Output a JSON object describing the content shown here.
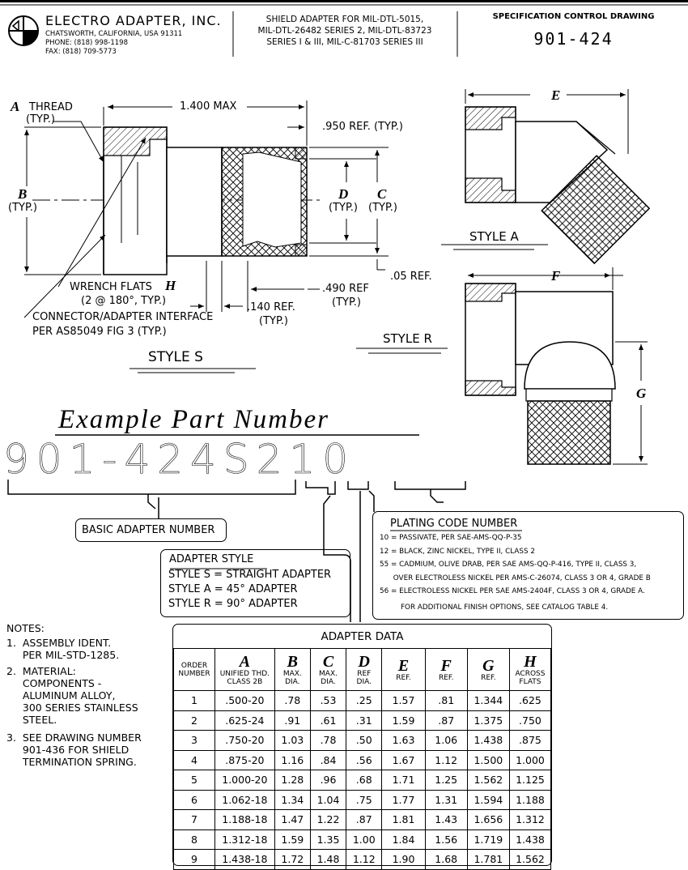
{
  "title_block": {
    "company": "ELECTRO ADAPTER, INC.",
    "address": "CHATSWORTH, CALIFORNIA, USA 91311",
    "phone": "PHONE: (818) 998-1198",
    "fax": "FAX: (818) 709-5773",
    "description_lines": [
      "SHIELD ADAPTER FOR MIL-DTL-5015,",
      "MIL-DTL-26482 SERIES 2, MIL-DTL-83723",
      "SERIES  I & III, MIL-C-81703 SERIES III"
    ],
    "doc_type": "SPECIFICATION CONTROL DRAWING",
    "drawing_number": "901-424"
  },
  "style_s": {
    "letter_a": "A",
    "thread": "THREAD",
    "typ": "(TYP.)",
    "dim_max": "1.400 MAX",
    "dim_950": ".950 REF. (TYP.)",
    "letter_b": "B",
    "letter_d": "D",
    "letter_c": "C",
    "dim_05": ".05 REF.",
    "wrench": "WRENCH FLATS",
    "letter_h": "H",
    "wrench_sub": "(2 @ 180°, TYP.)",
    "dim_490": ".490 REF",
    "dim_140": ".140 REF.",
    "interface_1": "CONNECTOR/ADAPTER INTERFACE",
    "interface_2": "PER AS85049 FIG 3 (TYP.)",
    "label": "STYLE S"
  },
  "style_a": {
    "letter_e": "E",
    "label": "STYLE A"
  },
  "style_r": {
    "letter_f": "F",
    "letter_g": "G",
    "label": "STYLE R"
  },
  "example": {
    "heading": "Example Part Number",
    "part_number": "901-424S210",
    "basic_label": "BASIC ADAPTER NUMBER",
    "style_title": "ADAPTER STYLE",
    "style_lines": [
      "STYLE S = STRAIGHT ADAPTER",
      "STYLE A = 45° ADAPTER",
      "STYLE R = 90° ADAPTER"
    ],
    "plating_title": "PLATING CODE NUMBER",
    "plating_lines": [
      "10 = PASSIVATE, PER SAE-AMS-QQ-P-35",
      "12 = BLACK, ZINC NICKEL, TYPE II, CLASS 2",
      "55 = CADMIUM, OLIVE DRAB, PER SAE AMS-QQ-P-416, TYPE II, CLASS 3,",
      "      OVER ELECTROLESS NICKEL PER AMS-C-26074, CLASS 3 OR 4, GRADE B",
      "56 = ELECTROLESS NICKEL PER SAE AMS-2404F, CLASS 3 OR 4, GRADE A."
    ],
    "plating_footer": "FOR ADDITIONAL FINISH OPTIONS, SEE CATALOG TABLE 4."
  },
  "notes": {
    "title": "NOTES:",
    "items": [
      "1.  ASSEMBLY IDENT.\n     PER MIL-STD-1285.",
      "2.  MATERIAL:\n     COMPONENTS -\n     ALUMINUM ALLOY,\n     300 SERIES STAINLESS\n     STEEL.",
      "3.  SEE DRAWING NUMBER\n     901-436 FOR SHIELD\n     TERMINATION SPRING."
    ]
  },
  "table": {
    "title": "ADAPTER DATA",
    "headers": [
      {
        "letter": "",
        "sub": "ORDER\nNUMBER"
      },
      {
        "letter": "A",
        "sub": "UNIFIED THD.\nCLASS 2B"
      },
      {
        "letter": "B",
        "sub": "MAX.\nDIA."
      },
      {
        "letter": "C",
        "sub": "MAX.\nDIA."
      },
      {
        "letter": "D",
        "sub": "REF\nDIA."
      },
      {
        "letter": "E",
        "sub": "REF."
      },
      {
        "letter": "F",
        "sub": "REF."
      },
      {
        "letter": "G",
        "sub": "REF."
      },
      {
        "letter": "H",
        "sub": "ACROSS\nFLATS"
      }
    ],
    "rows": [
      [
        "1",
        ".500-20",
        ".78",
        ".53",
        ".25",
        "1.57",
        ".81",
        "1.344",
        ".625"
      ],
      [
        "2",
        ".625-24",
        ".91",
        ".61",
        ".31",
        "1.59",
        ".87",
        "1.375",
        ".750"
      ],
      [
        "3",
        ".750-20",
        "1.03",
        ".78",
        ".50",
        "1.63",
        "1.06",
        "1.438",
        ".875"
      ],
      [
        "4",
        ".875-20",
        "1.16",
        ".84",
        ".56",
        "1.67",
        "1.12",
        "1.500",
        "1.000"
      ],
      [
        "5",
        "1.000-20",
        "1.28",
        ".96",
        ".68",
        "1.71",
        "1.25",
        "1.562",
        "1.125"
      ],
      [
        "6",
        "1.062-18",
        "1.34",
        "1.04",
        ".75",
        "1.77",
        "1.31",
        "1.594",
        "1.188"
      ],
      [
        "7",
        "1.188-18",
        "1.47",
        "1.22",
        ".87",
        "1.81",
        "1.43",
        "1.656",
        "1.312"
      ],
      [
        "8",
        "1.312-18",
        "1.59",
        "1.35",
        "1.00",
        "1.84",
        "1.56",
        "1.719",
        "1.438"
      ],
      [
        "9",
        "1.438-18",
        "1.72",
        "1.48",
        "1.12",
        "1.90",
        "1.68",
        "1.781",
        "1.562"
      ]
    ]
  }
}
